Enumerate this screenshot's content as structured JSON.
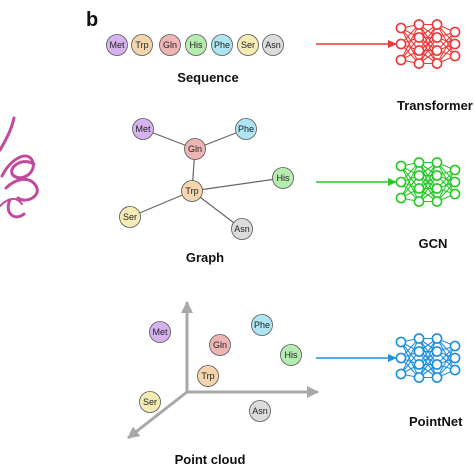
{
  "panel_letter": "b",
  "colors": {
    "Met": "#d6b3ef",
    "Trp": "#f3d6ad",
    "Gln": "#efb5b5",
    "His": "#b6ecb0",
    "Phe": "#ade6f2",
    "Ser": "#f5ebb4",
    "Asn": "#dcdcdc",
    "transformer": "#ea3a3a",
    "gcn": "#27c927",
    "pointnet": "#1f8fe0",
    "protein": "#c24a9c",
    "axis": "#a8a8a8",
    "edge": "#666666"
  },
  "sequence": {
    "residues": [
      "Met",
      "Trp",
      "Gln",
      "His",
      "Phe",
      "Ser",
      "Asn"
    ],
    "label": "Sequence"
  },
  "graph": {
    "nodes": [
      "Met",
      "Phe",
      "Gln",
      "Trp",
      "His",
      "Ser",
      "Asn"
    ],
    "edges": [
      [
        "Met",
        "Gln"
      ],
      [
        "Phe",
        "Gln"
      ],
      [
        "Gln",
        "Trp"
      ],
      [
        "Trp",
        "His"
      ],
      [
        "Trp",
        "Ser"
      ],
      [
        "Trp",
        "Asn"
      ]
    ],
    "label": "Graph"
  },
  "point_cloud": {
    "points": [
      "Met",
      "Phe",
      "Gln",
      "His",
      "Trp",
      "Ser",
      "Asn"
    ],
    "label": "Point cloud"
  },
  "models": {
    "transformer": "Transformer",
    "gcn": "GCN",
    "pointnet": "PointNet"
  }
}
